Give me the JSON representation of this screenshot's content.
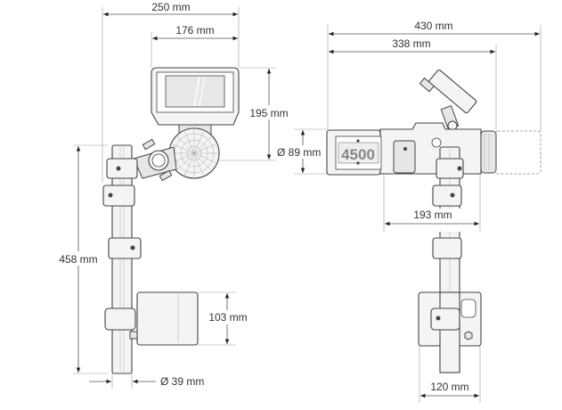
{
  "front_view": {
    "width_total": "250 mm",
    "width_display": "176 mm",
    "height_display": "195 mm",
    "height_total": "458 mm",
    "height_box": "103 mm",
    "diameter_pole": "Ø 39 mm"
  },
  "side_view": {
    "length_total": "430 mm",
    "length_body": "338 mm",
    "diameter_body": "Ø 89 mm",
    "length_clamp": "193 mm",
    "width_box": "120 mm",
    "model_label": "4500"
  },
  "colors": {
    "line": "#444444",
    "dimension": "#555555",
    "fill": "#f4f4f4"
  }
}
